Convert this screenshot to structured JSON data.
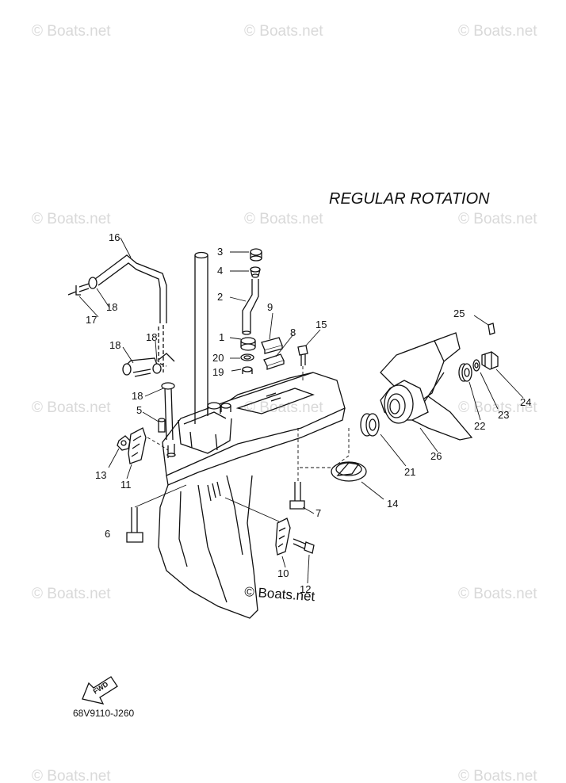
{
  "diagram": {
    "title": "REGULAR ROTATION",
    "copyright": "© Boats.net",
    "drawing_code": "68V9110-J260",
    "fwd_label": "FWD",
    "watermark": "© Boats.net",
    "callouts": [
      "1",
      "2",
      "3",
      "4",
      "5",
      "6",
      "7",
      "8",
      "9",
      "10",
      "11",
      "12",
      "13",
      "14",
      "15",
      "16",
      "17",
      "18",
      "18",
      "18",
      "19",
      "20",
      "21",
      "22",
      "23",
      "24",
      "25",
      "26"
    ]
  }
}
